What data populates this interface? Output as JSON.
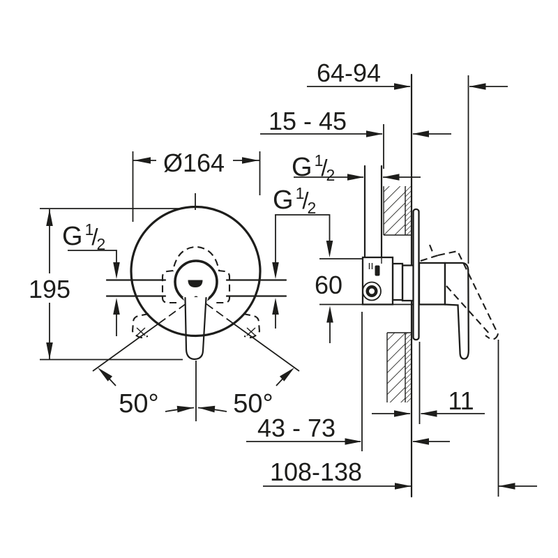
{
  "diagram": {
    "kind": "technical dimension drawing, concealed single-lever shower mixer",
    "front_view": {
      "plate_diameter": "Ø164",
      "overall_height": "195",
      "swing_angle_left": "50°",
      "swing_angle_right": "50°"
    },
    "side_view": {
      "projection_range": "64-94",
      "mounting_depth_range": "15 - 45",
      "port_offset": "60",
      "plate_thickness": "11",
      "outlet_to_wall_range": "43 - 73",
      "lever_projection_range": "108-138"
    },
    "thread": {
      "prefix": "G",
      "numerator": "1",
      "slash": "/",
      "denominator": "2"
    },
    "colors": {
      "line": "#1d1d1b",
      "background": "#ffffff"
    }
  }
}
